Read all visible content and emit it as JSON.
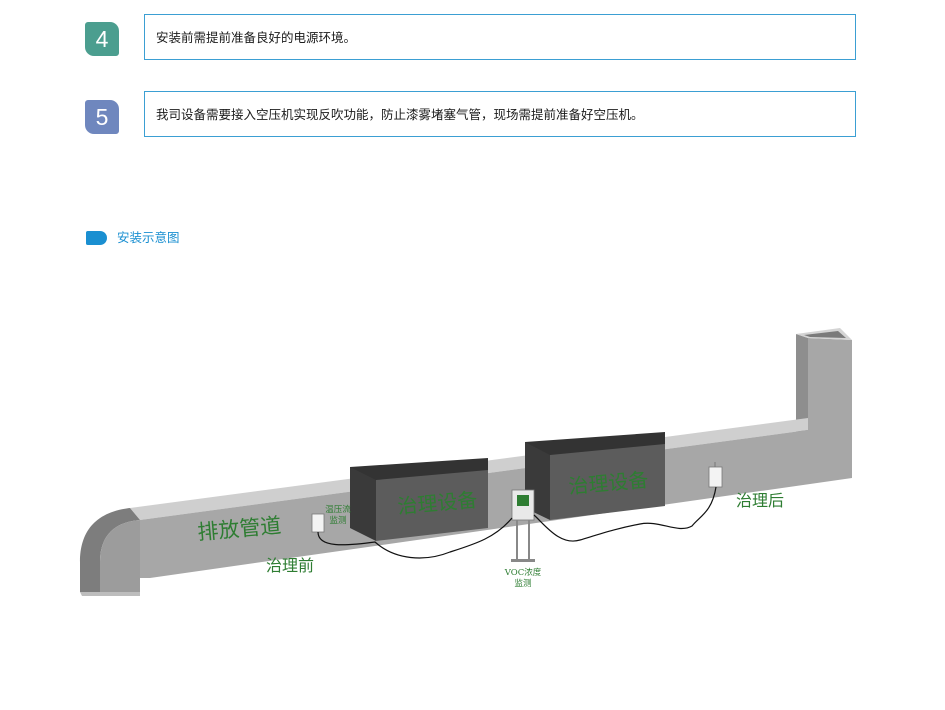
{
  "steps": [
    {
      "number": "4",
      "text": "安装前需提前准备良好的电源环境。",
      "color": "#4b9e8f"
    },
    {
      "number": "5",
      "text": "我司设备需要接入空压机实现反吹功能，防止漆雾堵塞气管，现场需提前准备好空压机。",
      "color": "#6f87be"
    }
  ],
  "section": {
    "title": "安装示意图",
    "color": "#1a8fd1"
  },
  "diagram": {
    "duct_label": "排放管道",
    "device_label_1": "治理设备",
    "device_label_2": "治理设备",
    "before_label": "治理前",
    "after_label": "治理后",
    "sensor_label_line1": "温压流",
    "sensor_label_line2": "监测",
    "voc_label_line1": "VOC浓度",
    "voc_label_line2": "监测",
    "colors": {
      "duct_front": "#a7a7a7",
      "duct_top": "#cfcfcf",
      "duct_side": "#8e8e8e",
      "device_front": "#5c5c5c",
      "device_top": "#333333",
      "label_green": "#2e7d32",
      "cable": "#111111"
    }
  }
}
